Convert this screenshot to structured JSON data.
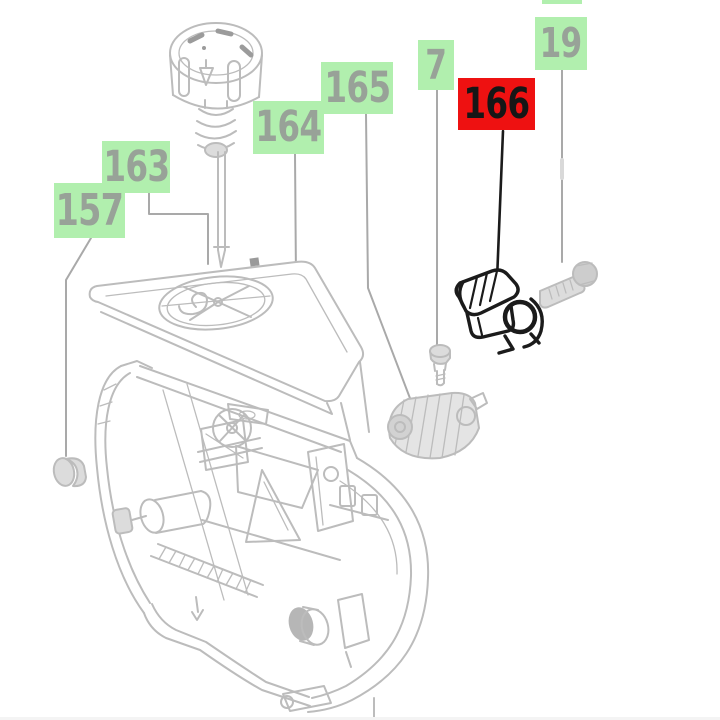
{
  "diagram": {
    "type": "exploded-parts-diagram",
    "colors": {
      "background": "#ffffff",
      "label_bg": "#b1efae",
      "label_highlight_bg": "#ee1111",
      "label_text": "#98a298",
      "label_highlight_text": "#161616",
      "line": "#bcbcbc",
      "leader": "#a9a9a9",
      "highlight_line": "#1b1b1b"
    },
    "labels": [
      {
        "part_number": "157",
        "highlighted": false
      },
      {
        "part_number": "163",
        "highlighted": false
      },
      {
        "part_number": "164",
        "highlighted": false
      },
      {
        "part_number": "165",
        "highlighted": false
      },
      {
        "part_number": "7",
        "highlighted": false
      },
      {
        "part_number": "166",
        "highlighted": true
      },
      {
        "part_number": "19",
        "highlighted": false
      }
    ],
    "drawn_parts": [
      "knob",
      "spring",
      "rod",
      "cover-plate",
      "housing",
      "clamp-nut",
      "roller-bracket",
      "bolt",
      "switch-highlighted",
      "screw"
    ]
  }
}
